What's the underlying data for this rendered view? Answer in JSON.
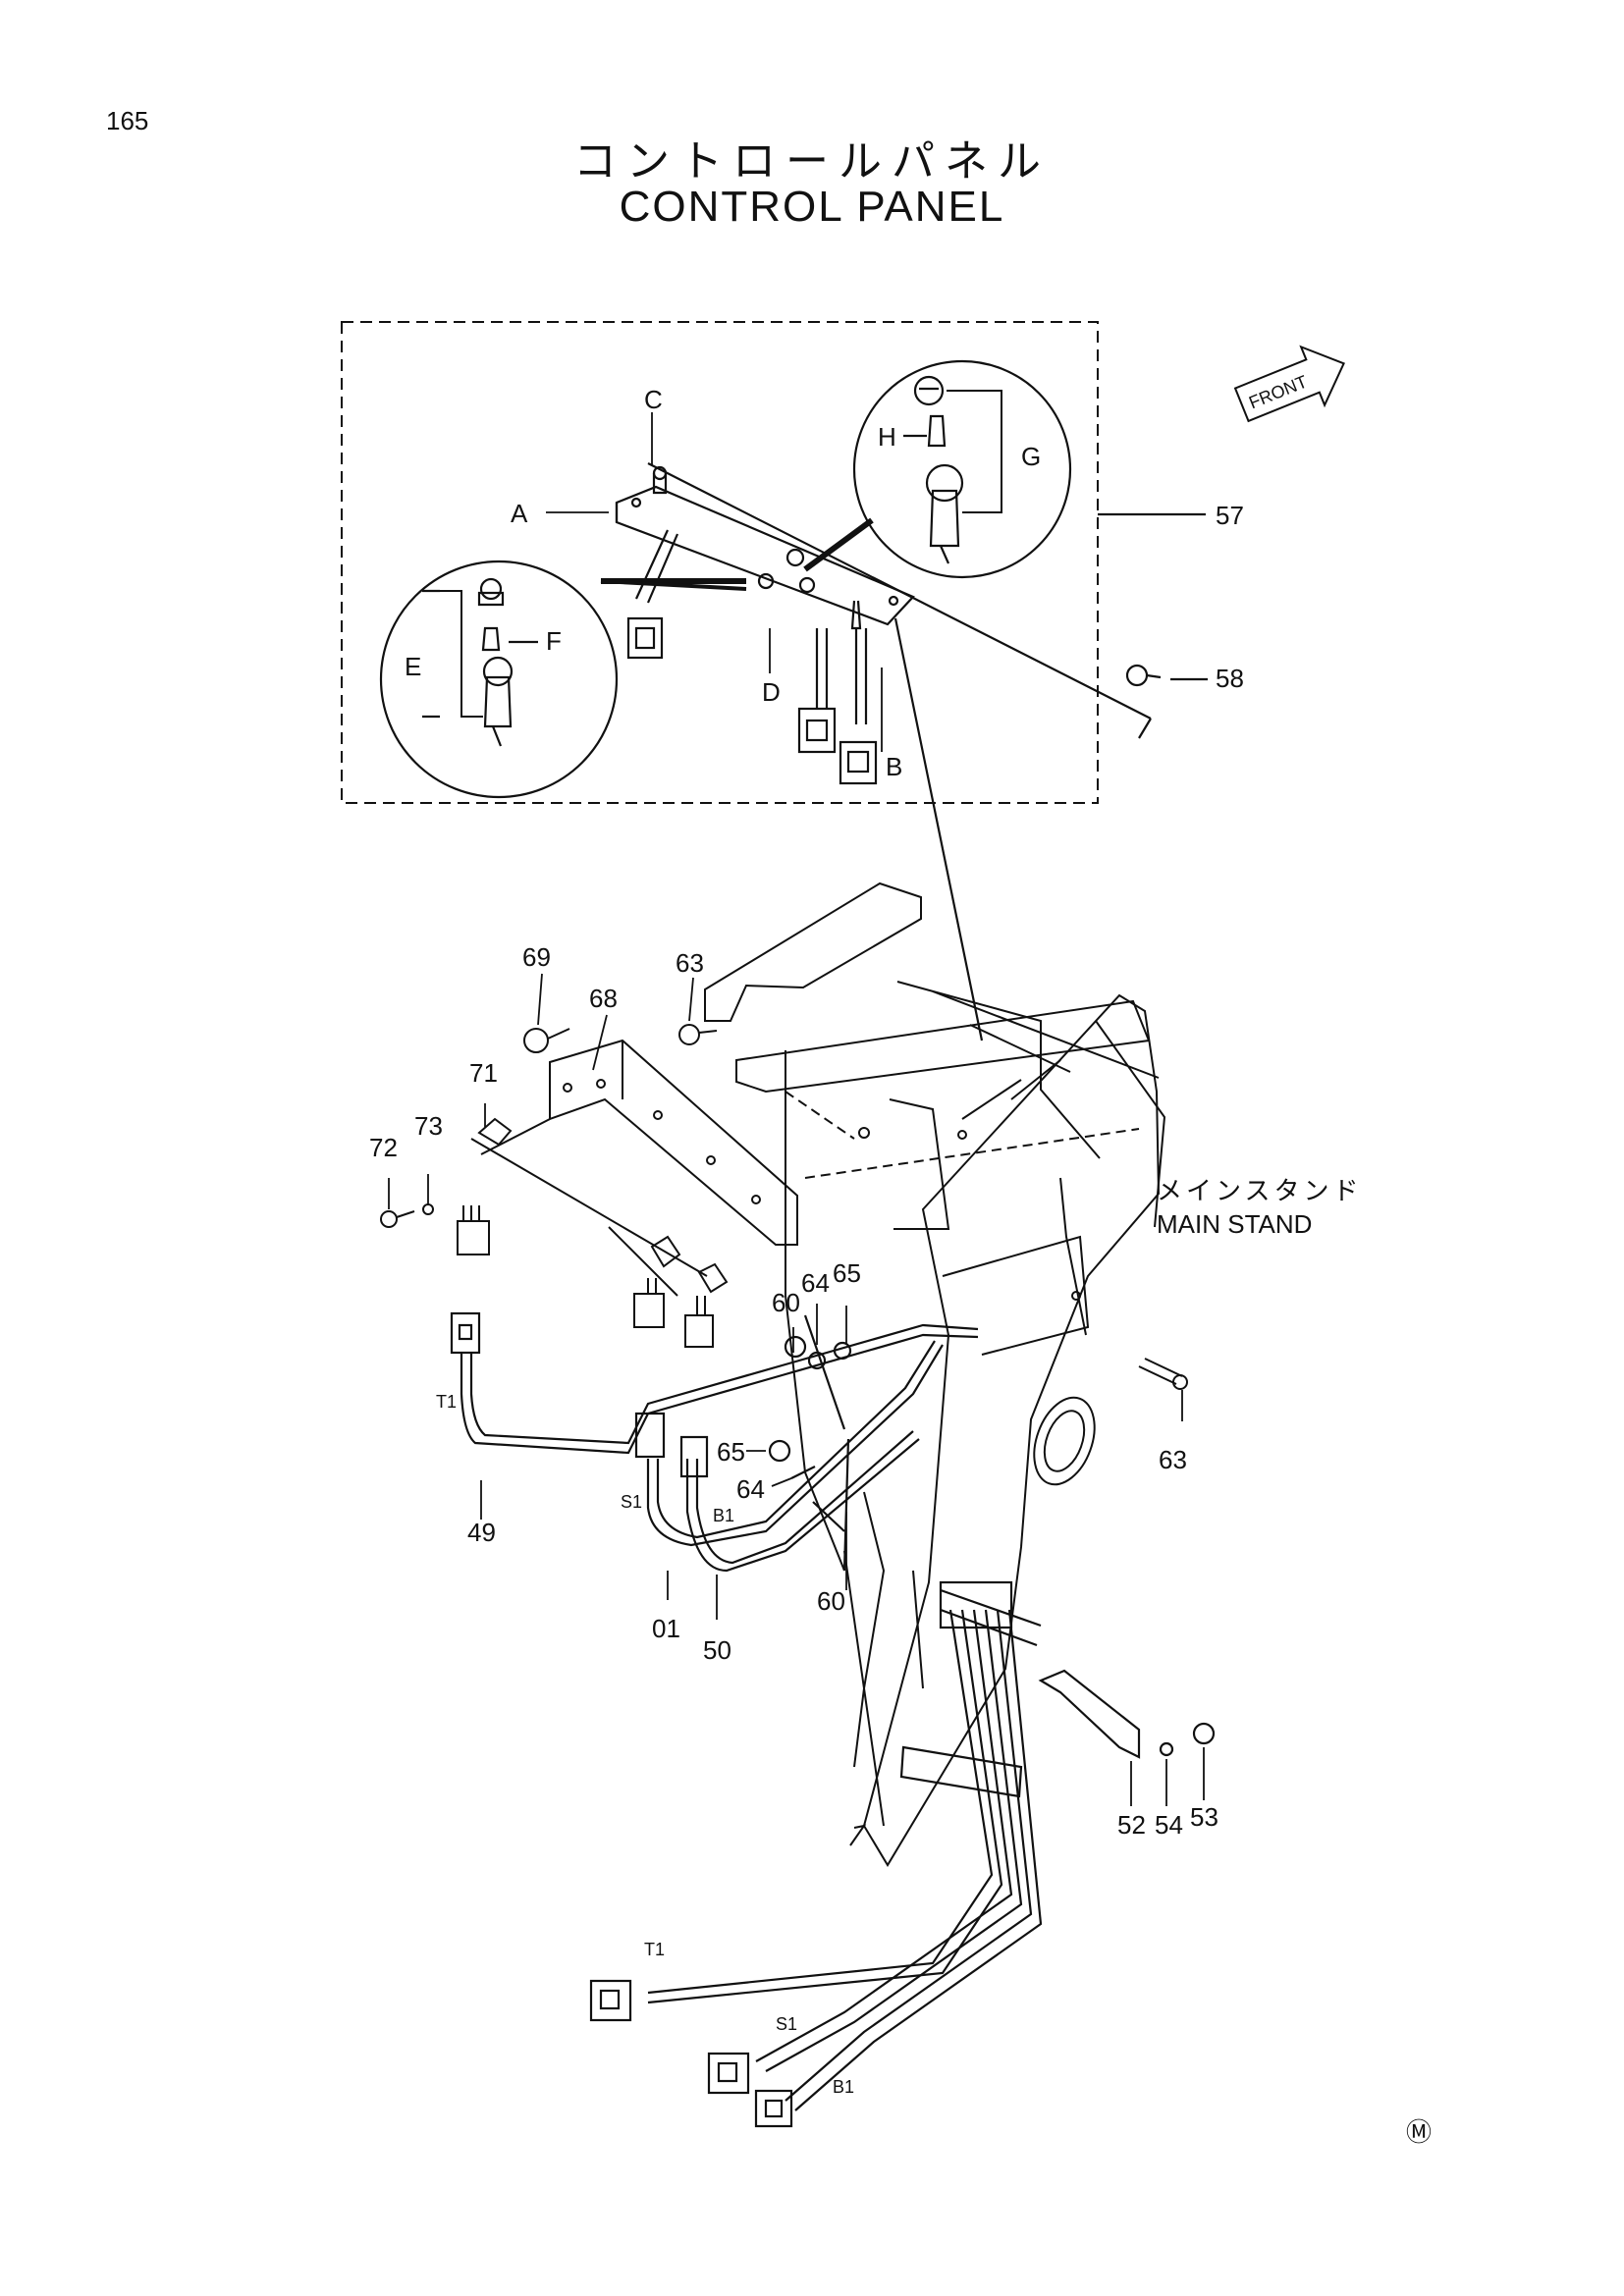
{
  "page": {
    "number": "165",
    "title_jp": "コントロールパネル",
    "title_en": "CONTROL PANEL",
    "corner_mark": "Ⓜ"
  },
  "front_label": "FRONT",
  "main_stand": {
    "jp": "メインスタンド",
    "en": "MAIN STAND"
  },
  "letters": {
    "A": "A",
    "B": "B",
    "C": "C",
    "D": "D",
    "E": "E",
    "F": "F",
    "G": "G",
    "H": "H"
  },
  "parts": {
    "p57": "57",
    "p58": "58",
    "p69": "69",
    "p68": "68",
    "p63a": "63",
    "p71": "71",
    "p72": "72",
    "p73": "73",
    "p60a": "60",
    "p64a": "64",
    "p65a": "65",
    "p63b": "63",
    "p65b": "65",
    "p64b": "64",
    "p60b": "60",
    "p49": "49",
    "p01": "01",
    "p50": "50",
    "p52": "52",
    "p54": "54",
    "p53": "53"
  },
  "connectors": {
    "t1a": "T1",
    "s1a": "S1",
    "b1a": "B1",
    "t1b": "T1",
    "s1b": "S1",
    "b1b": "B1"
  },
  "colors": {
    "ink": "#111111",
    "paper": "#ffffff"
  }
}
